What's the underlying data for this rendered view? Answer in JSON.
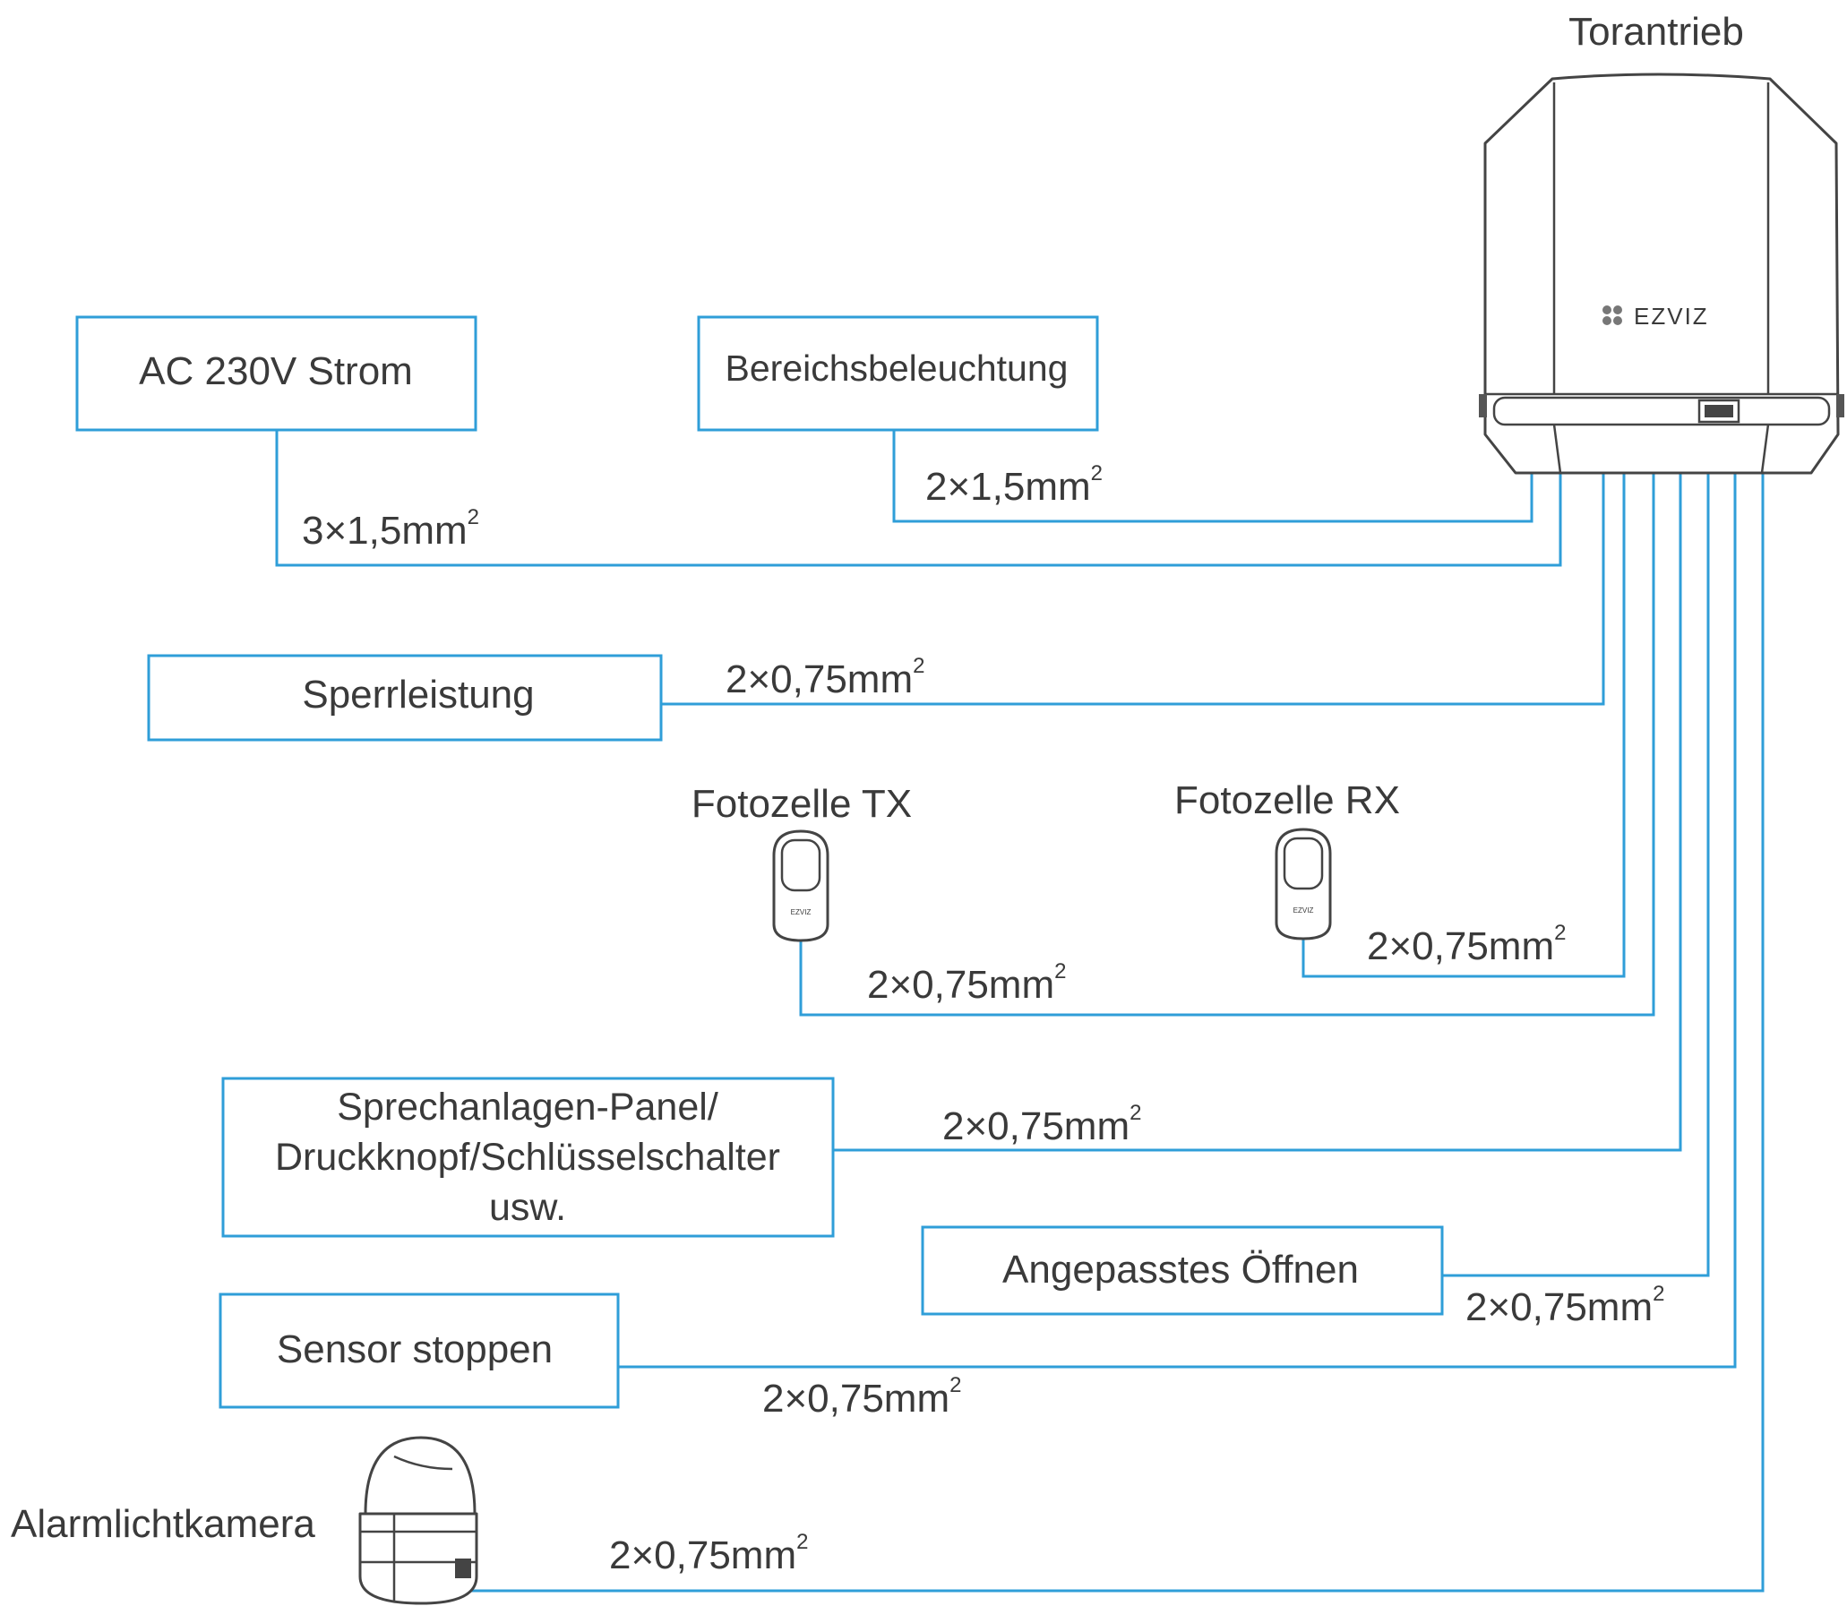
{
  "devices": {
    "operator": "Torantrieb",
    "operator_logo": "EZVIZ",
    "photocell_tx": "Fotozelle TX",
    "photocell_rx": "Fotozelle RX",
    "camera": "Alarmlichtkamera",
    "photocell_logo": "EZVIZ"
  },
  "boxes": {
    "power": "AC 230V Strom",
    "lighting": "Bereichsbeleuchtung",
    "lock": "Sperrleistung",
    "intercom_line1": "Sprechanlagen-Panel/",
    "intercom_line2": "Druckknopf/Schlüsselschalter",
    "intercom_line3": "usw.",
    "custom_open": "Angepasstes Öffnen",
    "stop_sensor": "Sensor stoppen"
  },
  "cables": {
    "power": {
      "base": "3×1,5mm",
      "sup": "2"
    },
    "lighting": {
      "base": "2×1,5mm",
      "sup": "2"
    },
    "lock": {
      "base": "2×0,75mm",
      "sup": "2"
    },
    "photocell_rx": {
      "base": "2×0,75mm",
      "sup": "2"
    },
    "photocell_tx": {
      "base": "2×0,75mm",
      "sup": "2"
    },
    "intercom": {
      "base": "2×0,75mm",
      "sup": "2"
    },
    "custom_open": {
      "base": "2×0,75mm",
      "sup": "2"
    },
    "stop_sensor": {
      "base": "2×0,75mm",
      "sup": "2"
    },
    "camera": {
      "base": "2×0,75mm",
      "sup": "2"
    }
  },
  "colors": {
    "wire": "#2f9ed8",
    "text": "#3a3a3a",
    "device_outline": "#444444"
  },
  "icons": [
    "gate-operator-icon",
    "photocell-icon",
    "alarm-light-camera-icon",
    "ezviz-logo-icon"
  ]
}
